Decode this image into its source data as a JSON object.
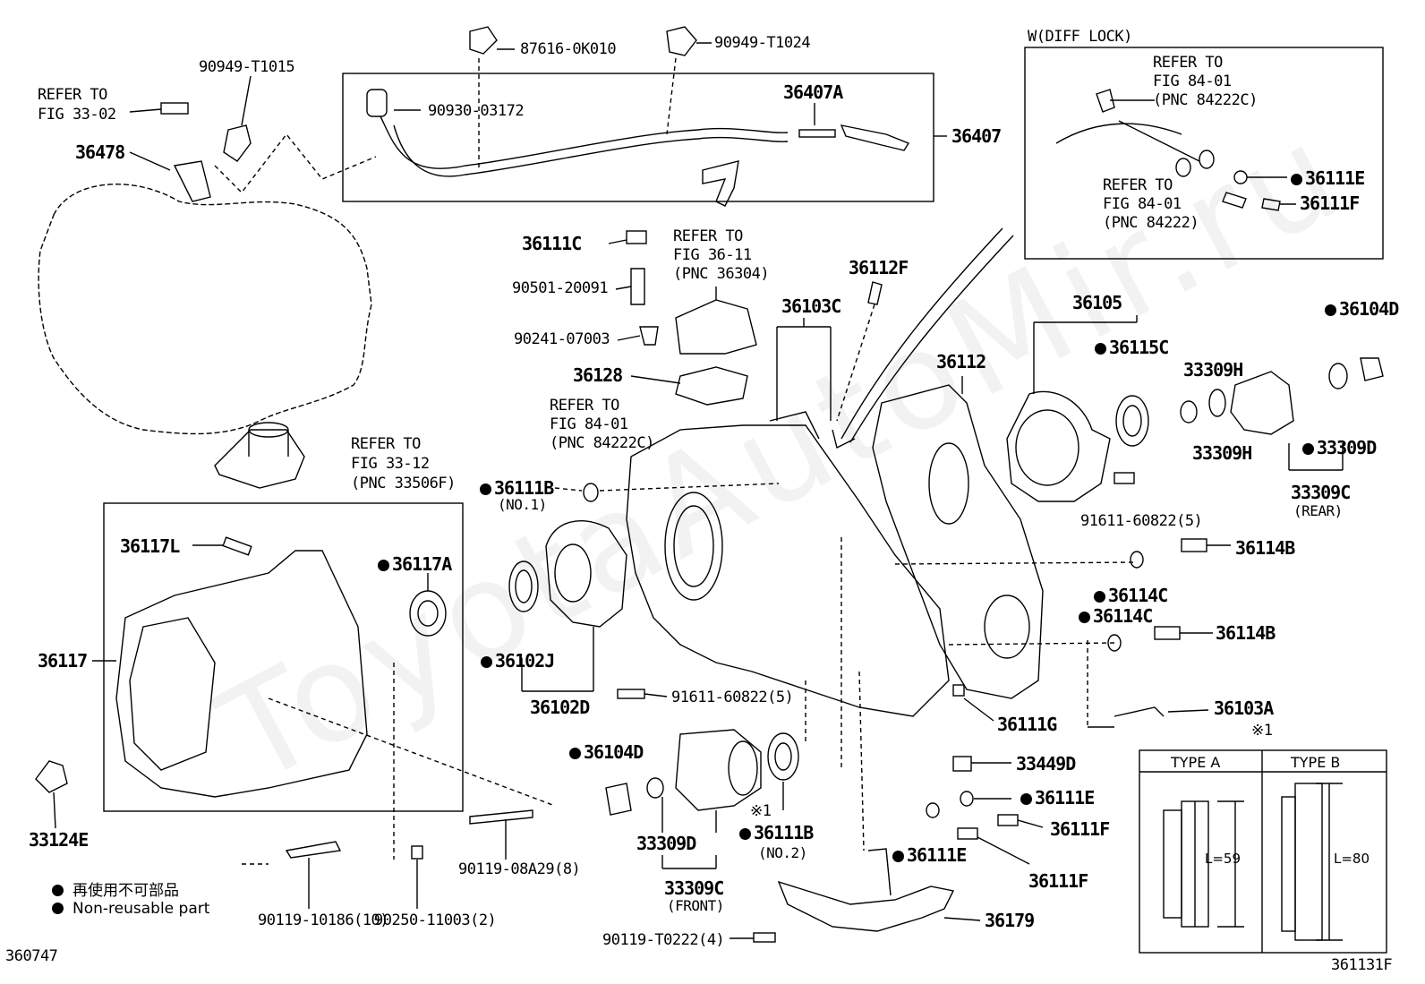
{
  "watermark": "ToyotaAutoMir.ru",
  "diff_lock": {
    "title": "W(DIFF LOCK)",
    "refer1": [
      "REFER TO",
      "FIG 84-01",
      "(PNC 84222C)"
    ],
    "refer2": [
      "REFER TO",
      "FIG 84-01",
      "(PNC 84222)"
    ],
    "p1": "36111E",
    "p2": "36111F"
  },
  "refs": {
    "fig3302": [
      "REFER TO",
      "FIG 33-02"
    ],
    "fig3611": [
      "REFER TO",
      "FIG 36-11",
      "(PNC 36304)"
    ],
    "fig8401": [
      "REFER TO",
      "FIG 84-01",
      "(PNC 84222C)"
    ],
    "fig3312": [
      "REFER TO",
      "FIG 33-12",
      "(PNC 33506F)"
    ]
  },
  "parts": {
    "p87616": "87616-0K010",
    "p90949b": "90949-T1024",
    "p90949a": "90949-T1015",
    "p90930": "90930-03172",
    "p36407A": "36407A",
    "p36407": "36407",
    "p36478": "36478",
    "p36111C": "36111C",
    "p90501": "90501-20091",
    "p90241": "90241-07003",
    "p36128": "36128",
    "p36112F": "36112F",
    "p36103C": "36103C",
    "p36112": "36112",
    "p36105": "36105",
    "p36115C": "36115C",
    "p33309H_a": "33309H",
    "p33309H_b": "33309H",
    "p36104D_a": "36104D",
    "p33309D_a": "33309D",
    "p33309C_rear": "33309C",
    "rear": "(REAR)",
    "p36111B_1": "36111B",
    "no1": "(NO.1)",
    "p91611_a": "91611-60822(5)",
    "p36114B_a": "36114B",
    "p36114C_a": "36114C",
    "p36114C_b": "36114C",
    "p36114B_b": "36114B",
    "p36117L": "36117L",
    "p36117A": "36117A",
    "p36117": "36117",
    "p36102J": "36102J",
    "p36102D": "36102D",
    "p91611_b": "91611-60822(5)",
    "p36111G": "36111G",
    "p36103A": "36103A",
    "p33449D": "33449D",
    "p36104D_b": "36104D",
    "p36111E_a": "36111E",
    "p36111F_a": "36111F",
    "star1": "※1",
    "p36111B_2": "36111B",
    "no2": "(NO.2)",
    "p36111E_b": "36111E",
    "p36111F_b": "36111F",
    "p33309D_b": "33309D",
    "p33309C_front": "33309C",
    "front": "(FRONT)",
    "p33124E": "33124E",
    "p90119_08": "90119-08A29(8)",
    "p90119_10": "90119-10186(10)",
    "p90250": "90250-11003(2)",
    "p90119_t": "90119-T0222(4)",
    "p36179": "36179"
  },
  "type_table": {
    "star": "※1",
    "type_a": "TYPE A",
    "type_b": "TYPE B",
    "len_a": "L=59",
    "len_b": "L=80"
  },
  "legend": {
    "jp": "再使用不可部品",
    "en": "Non-reusable part"
  },
  "codes": {
    "left": "360747",
    "right": "361131F"
  }
}
